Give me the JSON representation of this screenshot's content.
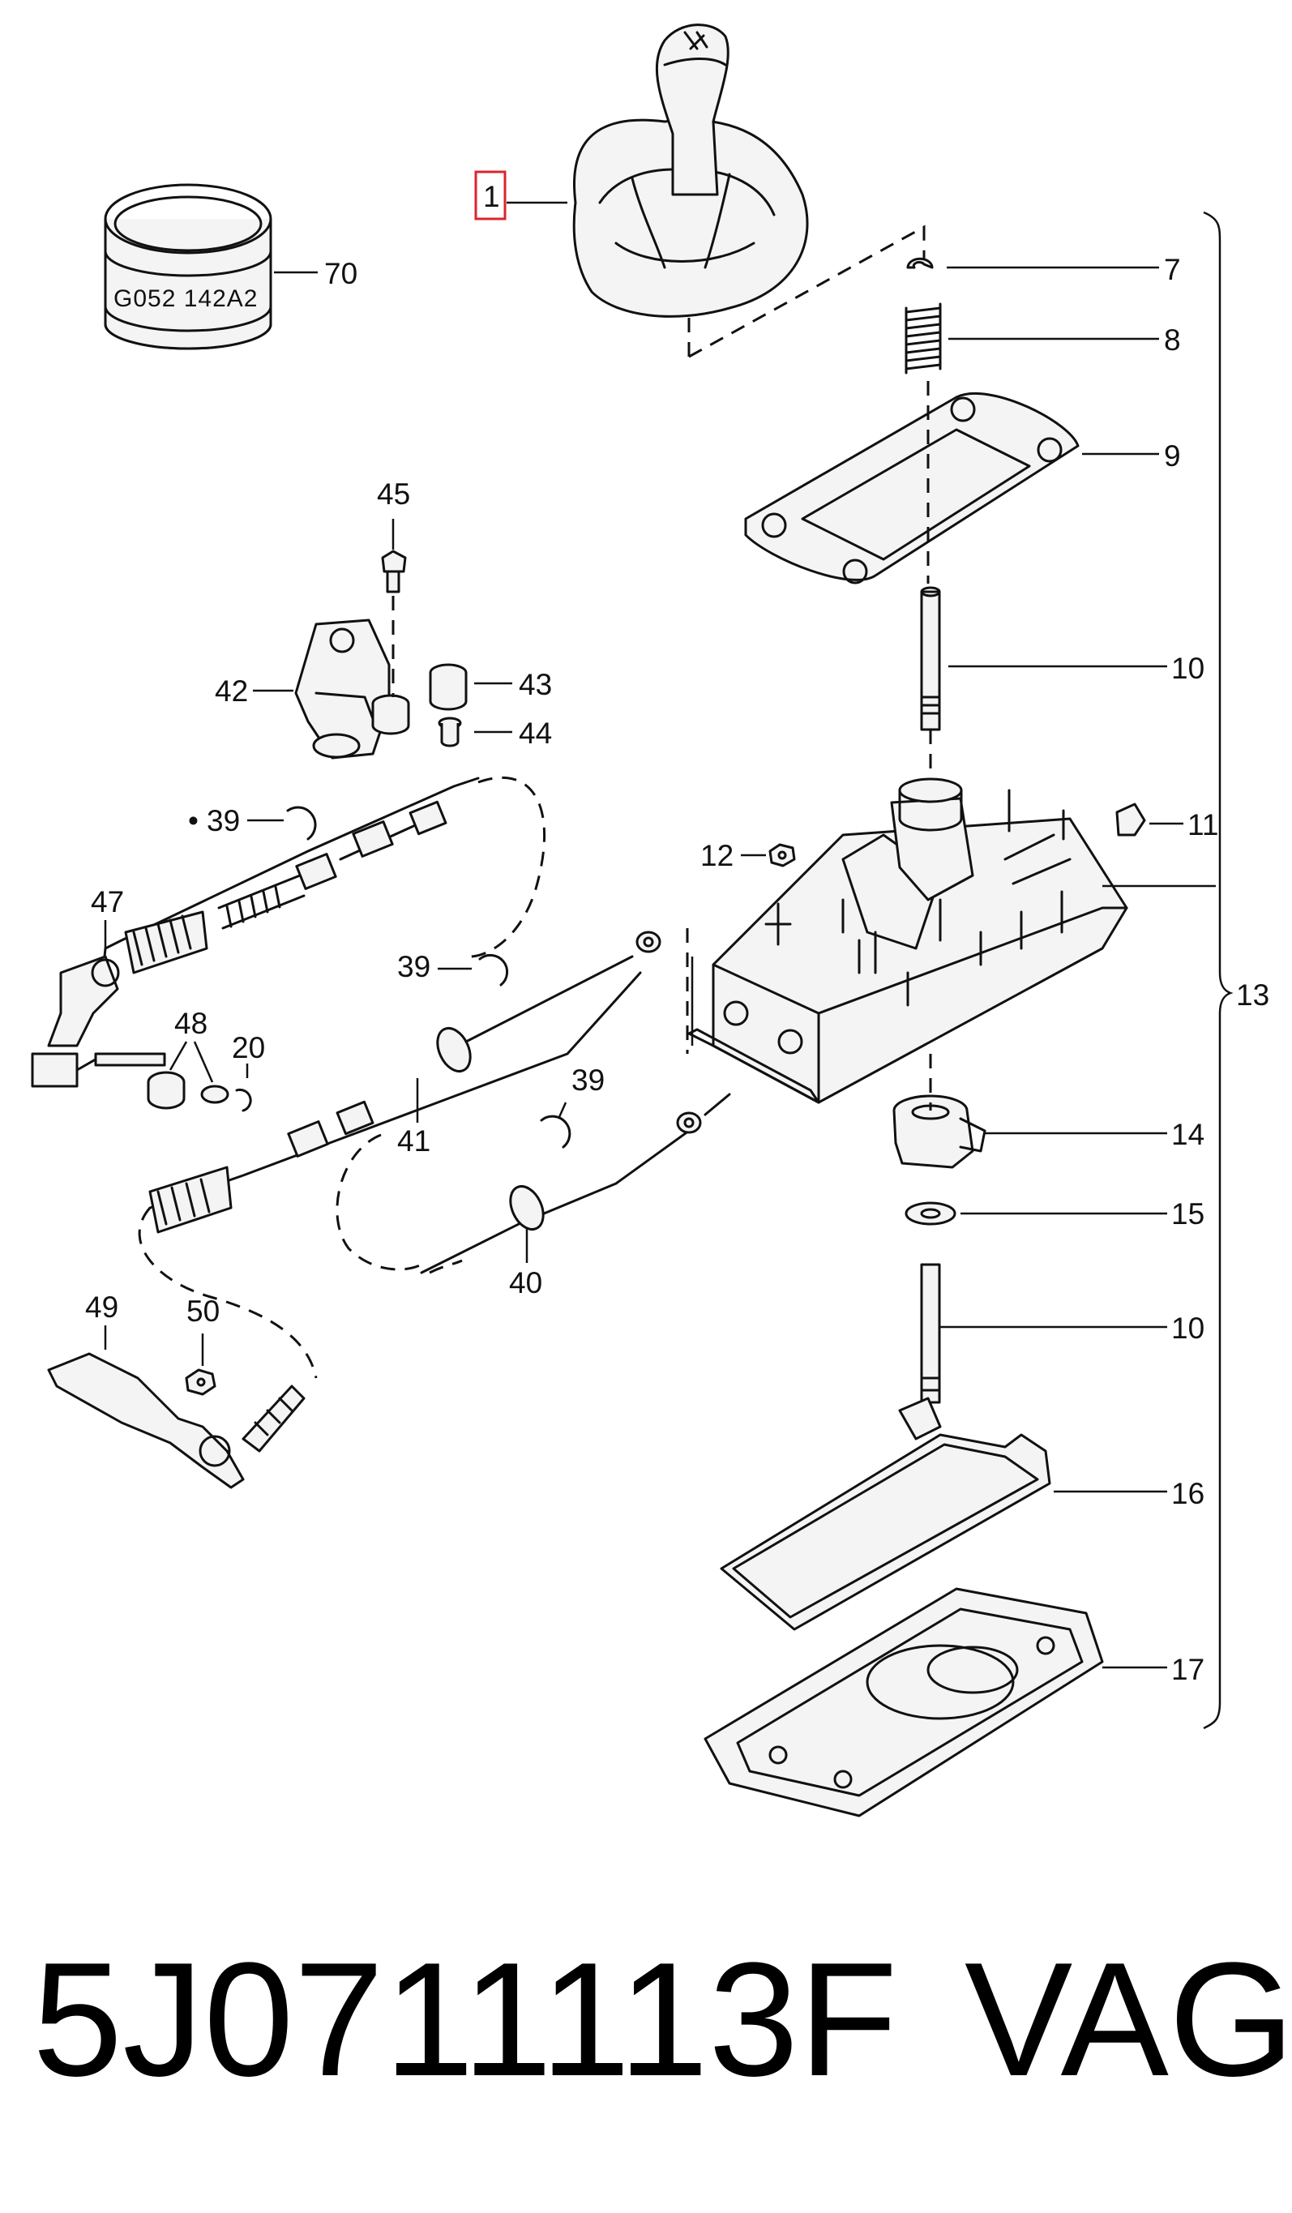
{
  "diagram": {
    "callouts": {
      "c1": "1",
      "c7": "7",
      "c8": "8",
      "c9": "9",
      "c10a": "10",
      "c10b": "10",
      "c11": "11",
      "c12": "12",
      "c13": "13",
      "c14": "14",
      "c15": "15",
      "c16": "16",
      "c17": "17",
      "c20": "20",
      "c39a": "39",
      "c39b": "39",
      "c39c": "39",
      "c40": "40",
      "c41": "41",
      "c42": "42",
      "c43": "43",
      "c44": "44",
      "c45": "45",
      "c47": "47",
      "c48": "48",
      "c49": "49",
      "c50": "50",
      "c70": "70"
    },
    "tape_label": "G052 142A2",
    "dot_marker": "•",
    "highlight_color": "#d9262c"
  },
  "footer": {
    "part_number": "5J0711113F",
    "brand": "VAG"
  }
}
